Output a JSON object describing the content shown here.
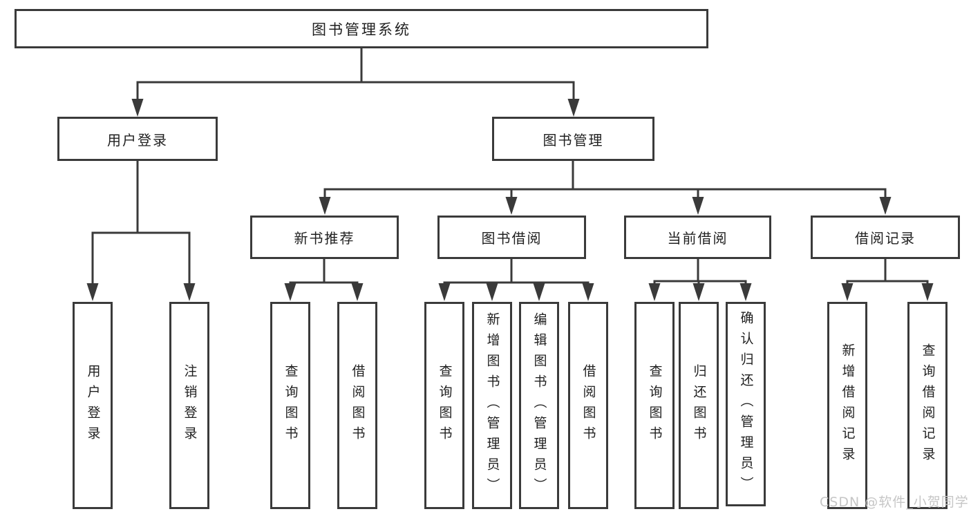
{
  "watermark": "CSDN @软件_小贺同学",
  "colors": {
    "line": "#3a3a3a",
    "text": "#1f1f1f",
    "watermark": "#c6c6c6",
    "background": "#ffffff"
  },
  "nodes": {
    "root": "图书管理系统",
    "login": "用户登录",
    "mgmt": "图书管理",
    "recommend": "新书推荐",
    "borrow": "图书借阅",
    "current": "当前借阅",
    "records": "借阅记录"
  },
  "leaves": {
    "login": [
      "用户登录",
      "注销登录"
    ],
    "recommend": [
      "查询图书",
      "借阅图书"
    ],
    "borrow": [
      "查询图书",
      "新增图书（管理员）",
      "编辑图书（管理员）",
      "借阅图书"
    ],
    "current": [
      "查询图书",
      "归还图书",
      "确认归还（管理员）"
    ],
    "records": [
      "新增借阅记录",
      "查询借阅记录"
    ]
  }
}
